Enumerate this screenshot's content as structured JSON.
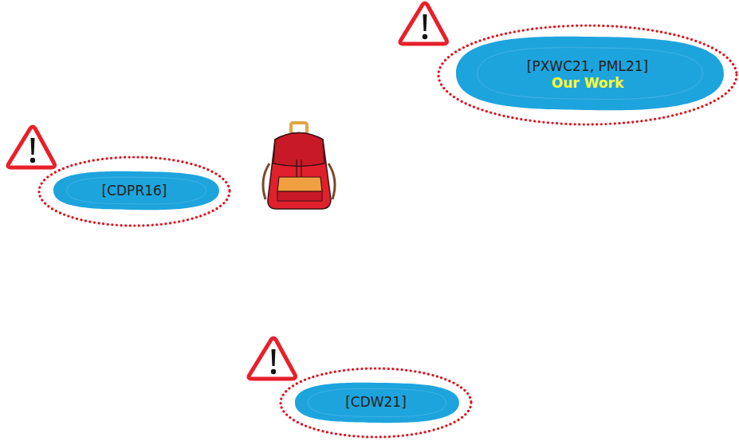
{
  "diagram": {
    "nodes": [
      {
        "text": [
          "[PXWC21, PML21]",
          "Our Work"
        ]
      },
      {
        "text": [
          "[CDPR16]"
        ]
      },
      {
        "text": [
          "[CDW21]"
        ]
      }
    ]
  }
}
